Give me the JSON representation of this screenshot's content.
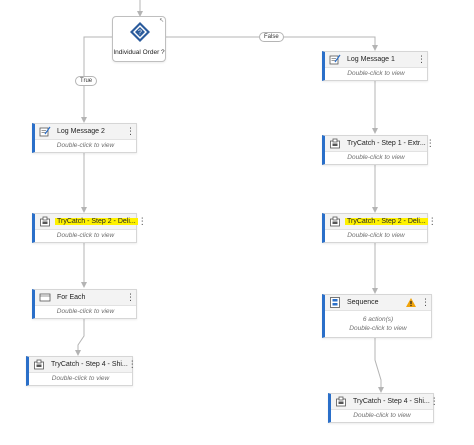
{
  "decision": {
    "label": "Individual Order ?",
    "icon": "flow-decision-icon",
    "corner_glyph": "↖"
  },
  "branches": {
    "true_label": "True",
    "false_label": "False"
  },
  "hint_text": "Double-click to view",
  "left_column": [
    {
      "id": "log2",
      "title": "Log Message 2",
      "icon": "log-message-icon",
      "highlighted": false
    },
    {
      "id": "try2l",
      "title": "TryCatch - Step 2 - Deli...",
      "icon": "trycatch-icon",
      "highlighted": true
    },
    {
      "id": "foreach",
      "title": "For Each",
      "icon": "for-each-icon",
      "highlighted": false
    },
    {
      "id": "try4l",
      "title": "TryCatch - Step 4 - Shi...",
      "icon": "trycatch-icon",
      "highlighted": false
    }
  ],
  "right_column": [
    {
      "id": "log1",
      "title": "Log Message 1",
      "icon": "log-message-icon",
      "highlighted": false
    },
    {
      "id": "try1",
      "title": "TryCatch - Step 1 - Extr...",
      "icon": "trycatch-icon",
      "highlighted": false
    },
    {
      "id": "try2r",
      "title": "TryCatch - Step 2 - Deli...",
      "icon": "trycatch-icon",
      "highlighted": true
    },
    {
      "id": "seq",
      "title": "Sequence",
      "icon": "sequence-icon",
      "highlighted": false,
      "subtext": "6 action(s)",
      "warning": true
    },
    {
      "id": "try4r",
      "title": "TryCatch - Step 4 - Shi...",
      "icon": "trycatch-icon",
      "highlighted": false
    }
  ],
  "menu_glyph": "⋮",
  "colors": {
    "accent": "#2a6fc9",
    "highlight": "#fff200",
    "wire": "#b4b4b4",
    "warning": "#f0a30a"
  }
}
